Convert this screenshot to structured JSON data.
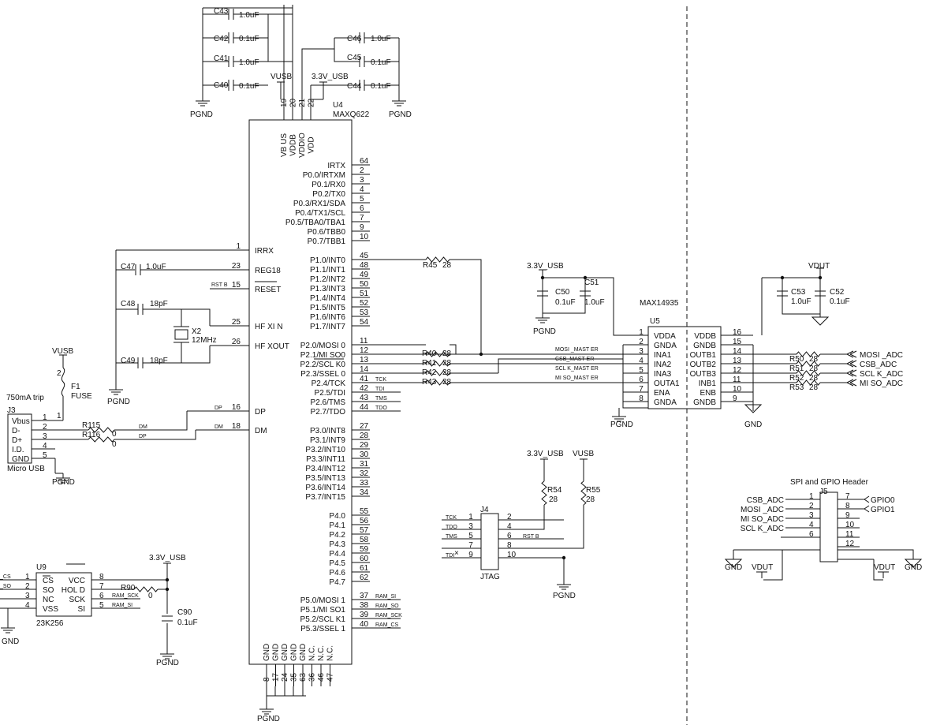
{
  "u4": {
    "ref": "U4",
    "part": "MAXQ622",
    "top_pins": [
      {
        "num": "19",
        "name": "VB US"
      },
      {
        "num": "20",
        "name": "VDDB"
      },
      {
        "num": "21",
        "name": "VDDIO"
      },
      {
        "num": "22",
        "name": "VDD"
      }
    ],
    "left_pins": [
      {
        "num": "1",
        "name": "IRRX"
      },
      {
        "num": "23",
        "name": "REG18"
      },
      {
        "num": "15",
        "name": "RESET"
      },
      {
        "num": "25",
        "name": "HF XI N"
      },
      {
        "num": "26",
        "name": "HF XOUT"
      },
      {
        "num": "16",
        "name": "DP"
      },
      {
        "num": "18",
        "name": "DM"
      }
    ],
    "right_pins": [
      {
        "num": "64",
        "name": "IRTX"
      },
      {
        "num": "2",
        "name": "P0.0/IRTXM"
      },
      {
        "num": "3",
        "name": "P0.1/RX0"
      },
      {
        "num": "4",
        "name": "P0.2/TX0"
      },
      {
        "num": "5",
        "name": "P0.3/RX1/SDA"
      },
      {
        "num": "6",
        "name": "P0.4/TX1/SCL"
      },
      {
        "num": "7",
        "name": "P0.5/TBA0/TBA1"
      },
      {
        "num": "9",
        "name": "P0.6/TBB0"
      },
      {
        "num": "10",
        "name": "P0.7/TBB1"
      },
      {
        "num": "45",
        "name": "P1.0/INT0"
      },
      {
        "num": "48",
        "name": "P1.1/INT1"
      },
      {
        "num": "49",
        "name": "P1.2/INT2"
      },
      {
        "num": "50",
        "name": "P1.3/INT3"
      },
      {
        "num": "51",
        "name": "P1.4/INT4"
      },
      {
        "num": "52",
        "name": "P1.5/INT5"
      },
      {
        "num": "53",
        "name": "P1.6/INT6"
      },
      {
        "num": "54",
        "name": "P1.7/INT7"
      },
      {
        "num": "11",
        "name": "P2.0/MOSI 0"
      },
      {
        "num": "12",
        "name": "P2.1/MI SO0"
      },
      {
        "num": "13",
        "name": "P2.2/SCL K0"
      },
      {
        "num": "14",
        "name": "P2.3/SSEL 0"
      },
      {
        "num": "41",
        "name": "P2.4/TCK"
      },
      {
        "num": "42",
        "name": "P2.5/TDI"
      },
      {
        "num": "43",
        "name": "P2.6/TMS"
      },
      {
        "num": "44",
        "name": "P2.7/TDO"
      },
      {
        "num": "27",
        "name": "P3.0/INT8"
      },
      {
        "num": "28",
        "name": "P3.1/INT9"
      },
      {
        "num": "29",
        "name": "P3.2/INT10"
      },
      {
        "num": "30",
        "name": "P3.3/INT11"
      },
      {
        "num": "31",
        "name": "P3.4/INT12"
      },
      {
        "num": "32",
        "name": "P3.5/INT13"
      },
      {
        "num": "33",
        "name": "P3.6/INT14"
      },
      {
        "num": "34",
        "name": "P3.7/INT15"
      },
      {
        "num": "55",
        "name": "P4.0"
      },
      {
        "num": "56",
        "name": "P4.1"
      },
      {
        "num": "57",
        "name": "P4.2"
      },
      {
        "num": "58",
        "name": "P4.3"
      },
      {
        "num": "59",
        "name": "P4.4"
      },
      {
        "num": "60",
        "name": "P4.5"
      },
      {
        "num": "61",
        "name": "P4.6"
      },
      {
        "num": "62",
        "name": "P4.7"
      },
      {
        "num": "37",
        "name": "P5.0/MOSI 1"
      },
      {
        "num": "38",
        "name": "P5.1/MI SO1"
      },
      {
        "num": "39",
        "name": "P5.2/SCL K1"
      },
      {
        "num": "40",
        "name": "P5.3/SSEL 1"
      }
    ],
    "right_nets": [
      "TCK",
      "TDI",
      "TMS",
      "TDO",
      "RAM_SI",
      "RAM_SO",
      "RAM_SCK",
      "RAM_CS"
    ],
    "bottom_pins": [
      {
        "num": "8",
        "name": "GND"
      },
      {
        "num": "17",
        "name": "GND"
      },
      {
        "num": "24",
        "name": "GND"
      },
      {
        "num": "35",
        "name": "GND"
      },
      {
        "num": "63",
        "name": "GND"
      },
      {
        "num": "36",
        "name": "N.C."
      },
      {
        "num": "46",
        "name": "N.C."
      },
      {
        "num": "47",
        "name": "N.C."
      }
    ]
  },
  "caps_top": [
    {
      "ref": "C43",
      "val": "1.0uF"
    },
    {
      "ref": "C42",
      "val": "0.1uF"
    },
    {
      "ref": "C41",
      "val": "1.0uF"
    },
    {
      "ref": "C40",
      "val": "0.1uF"
    },
    {
      "ref": "C46",
      "val": "1.0uF"
    },
    {
      "ref": "C45",
      "val": "0.1uF"
    },
    {
      "ref": "C44",
      "val": "0.1uF"
    }
  ],
  "caps_left": [
    {
      "ref": "C47",
      "val": "1.0uF"
    },
    {
      "ref": "C48",
      "val": "18pF"
    },
    {
      "ref": "C49",
      "val": "18pF"
    }
  ],
  "crystal": {
    "ref": "X2",
    "val": "12MHz"
  },
  "rails": {
    "vusb": "VUSB",
    "v33": "3.3V_USB",
    "pgnd": "PGND",
    "vdut": "VDUT",
    "gnd": "GND"
  },
  "misc": {
    "rst": "RST B",
    "dp": "DP",
    "dm": "DM",
    "r45": "R45",
    "r45v": "28"
  },
  "usb": {
    "ref": "J3",
    "name": "Micro USB",
    "fuse_ref": "F1",
    "fuse_name": "FUSE",
    "fuse_rating": "750mA  trip",
    "fuse_pin_top": "2",
    "fuse_pin_bot": "1",
    "pins": [
      {
        "num": "1",
        "name": "Vbus"
      },
      {
        "num": "2",
        "name": "D-"
      },
      {
        "num": "3",
        "name": "D+"
      },
      {
        "num": "4",
        "name": "I.D."
      },
      {
        "num": "5",
        "name": "GND"
      }
    ],
    "r115": "R115",
    "r116": "R116",
    "r115v": "0",
    "r116v": "0"
  },
  "u5": {
    "ref": "U5",
    "part": "MAX14935",
    "left_pins": [
      {
        "num": "1",
        "name": "VDDA"
      },
      {
        "num": "2",
        "name": "GNDA"
      },
      {
        "num": "3",
        "name": "INA1"
      },
      {
        "num": "4",
        "name": "INA2"
      },
      {
        "num": "5",
        "name": "INA3"
      },
      {
        "num": "6",
        "name": "OUTA1"
      },
      {
        "num": "7",
        "name": "ENA"
      },
      {
        "num": "8",
        "name": "GNDA"
      }
    ],
    "right_pins": [
      {
        "num": "16",
        "name": "VDDB"
      },
      {
        "num": "15",
        "name": "GNDB"
      },
      {
        "num": "14",
        "name": "OUTB1"
      },
      {
        "num": "13",
        "name": "OUTB2"
      },
      {
        "num": "12",
        "name": "OUTB3"
      },
      {
        "num": "11",
        "name": "INB1"
      },
      {
        "num": "10",
        "name": "ENB"
      },
      {
        "num": "9",
        "name": "GNDB"
      }
    ],
    "left_nets": [
      "MOSI _MAST ER",
      "CSB_MAST ER",
      "SCL K_MAST ER",
      "MI SO_MAST ER"
    ],
    "in_res": [
      {
        "ref": "R40",
        "val": "28"
      },
      {
        "ref": "R41",
        "val": "28"
      },
      {
        "ref": "R42",
        "val": "28"
      },
      {
        "ref": "R43",
        "val": "28"
      }
    ],
    "out_res": [
      {
        "ref": "R50",
        "val": "28"
      },
      {
        "ref": "R51",
        "val": "28"
      },
      {
        "ref": "R52",
        "val": "28"
      },
      {
        "ref": "R53",
        "val": "28"
      }
    ],
    "out_nets": [
      "MOSI _ADC",
      "CSB_ADC",
      "SCL K_ADC",
      "MI SO_ADC"
    ],
    "caps": [
      {
        "ref": "C50",
        "val": "0.1uF"
      },
      {
        "ref": "C51",
        "val": "1.0uF"
      },
      {
        "ref": "C53",
        "val": "1.0uF"
      },
      {
        "ref": "C52",
        "val": "0.1uF"
      }
    ]
  },
  "j4": {
    "ref": "J4",
    "name": "JTAG",
    "left": [
      {
        "num": "1",
        "net": "TCK"
      },
      {
        "num": "3",
        "net": "TDO"
      },
      {
        "num": "5",
        "net": "TMS"
      },
      {
        "num": "7",
        "net": ""
      },
      {
        "num": "9",
        "net": "TDI"
      }
    ],
    "right": [
      {
        "num": "2",
        "net": ""
      },
      {
        "num": "4",
        "net": ""
      },
      {
        "num": "6",
        "net": "RST B"
      },
      {
        "num": "8",
        "net": ""
      },
      {
        "num": "10",
        "net": ""
      }
    ],
    "r54": "R54",
    "r54v": "28",
    "r55": "R55",
    "r55v": "28"
  },
  "j5": {
    "ref": "J5",
    "title": "SPI  and  GPIO  Header",
    "left": [
      {
        "num": "1",
        "net": "CSB_ADC"
      },
      {
        "num": "2",
        "net": "MOSI _ADC"
      },
      {
        "num": "3",
        "net": "MI SO_ADC"
      },
      {
        "num": "4",
        "net": "SCL K_ADC"
      },
      {
        "num": "6",
        "net": ""
      }
    ],
    "right": [
      {
        "num": "7",
        "net": "GPIO0"
      },
      {
        "num": "8",
        "net": "GPIO1"
      },
      {
        "num": "9",
        "net": ""
      },
      {
        "num": "10",
        "net": ""
      },
      {
        "num": "11",
        "net": ""
      },
      {
        "num": "12",
        "net": ""
      }
    ]
  },
  "u9": {
    "ref": "U9",
    "part": "23K256",
    "left": [
      {
        "num": "1",
        "name": "CS"
      },
      {
        "num": "2",
        "name": "SO"
      },
      {
        "num": "3",
        "name": "NC"
      },
      {
        "num": "4",
        "name": "VSS"
      }
    ],
    "right": [
      {
        "num": "8",
        "name": "VCC"
      },
      {
        "num": "7",
        "name": "HOL D"
      },
      {
        "num": "6",
        "name": "SCK"
      },
      {
        "num": "5",
        "name": "SI"
      }
    ],
    "left_nets": [
      "_CS",
      "_SO"
    ],
    "right_nets": [
      "RAM_SCK",
      "RAM_SI"
    ],
    "r90": "R90",
    "r90v": "0",
    "c90": "C90",
    "c90v": "0.1uF"
  }
}
